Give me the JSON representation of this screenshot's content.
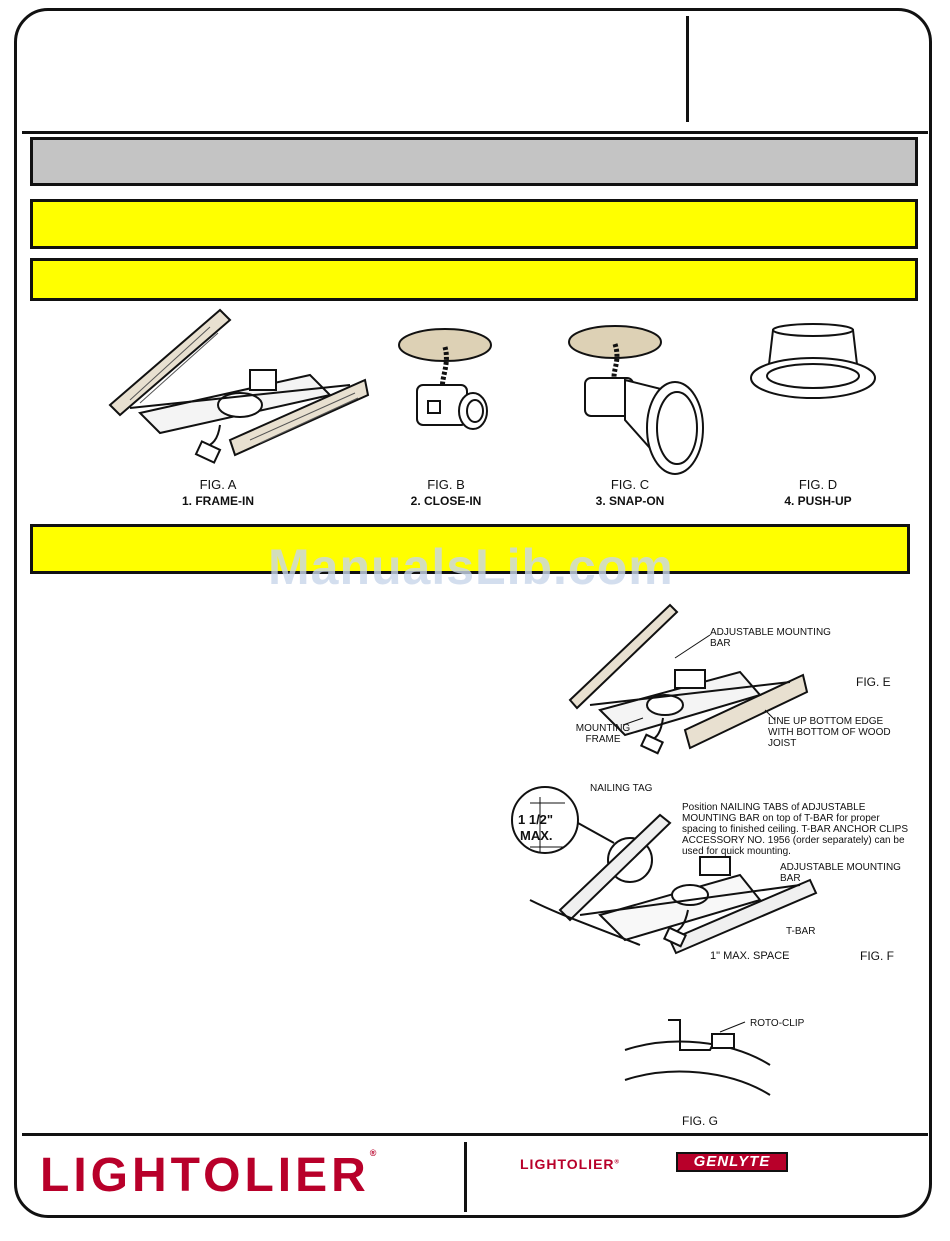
{
  "figures": [
    {
      "id": "fig-a",
      "caption": "FIG. A",
      "step": "1. FRAME-IN"
    },
    {
      "id": "fig-b",
      "caption": "FIG. B",
      "step": "2. CLOSE-IN"
    },
    {
      "id": "fig-c",
      "caption": "FIG. C",
      "step": "3. SNAP-ON"
    },
    {
      "id": "fig-d",
      "caption": "FIG. D",
      "step": "4. PUSH-UP"
    }
  ],
  "watermark": "ManualsLib.com",
  "fig_e": {
    "caption": "FIG. E",
    "label_bar": "ADJUSTABLE MOUNTING BAR",
    "label_frame": "MOUNTING FRAME",
    "label_lineup": "LINE UP BOTTOM EDGE WITH BOTTOM OF WOOD JOIST"
  },
  "fig_f": {
    "caption": "FIG. F",
    "label_nailing_tag": "NAILING TAG",
    "label_max_value": "1 1/2\"",
    "label_max": "MAX.",
    "note": "Position NAILING TABS of ADJUSTABLE MOUNTING BAR on top of T-BAR for proper spacing to finished ceiling. T-BAR ANCHOR CLIPS ACCESSORY NO. 1956 (order separately) can be used for quick mounting.",
    "label_bar": "ADJUSTABLE MOUNTING BAR",
    "label_tbar": "T-BAR",
    "label_space": "1\"  MAX. SPACE"
  },
  "fig_g": {
    "caption": "FIG. G",
    "label_clip": "ROTO-CLIP"
  },
  "footer": {
    "brand": "LIGHTOLIER",
    "brand_small": "LIGHTOLIER",
    "partner": "GENLYTE"
  }
}
